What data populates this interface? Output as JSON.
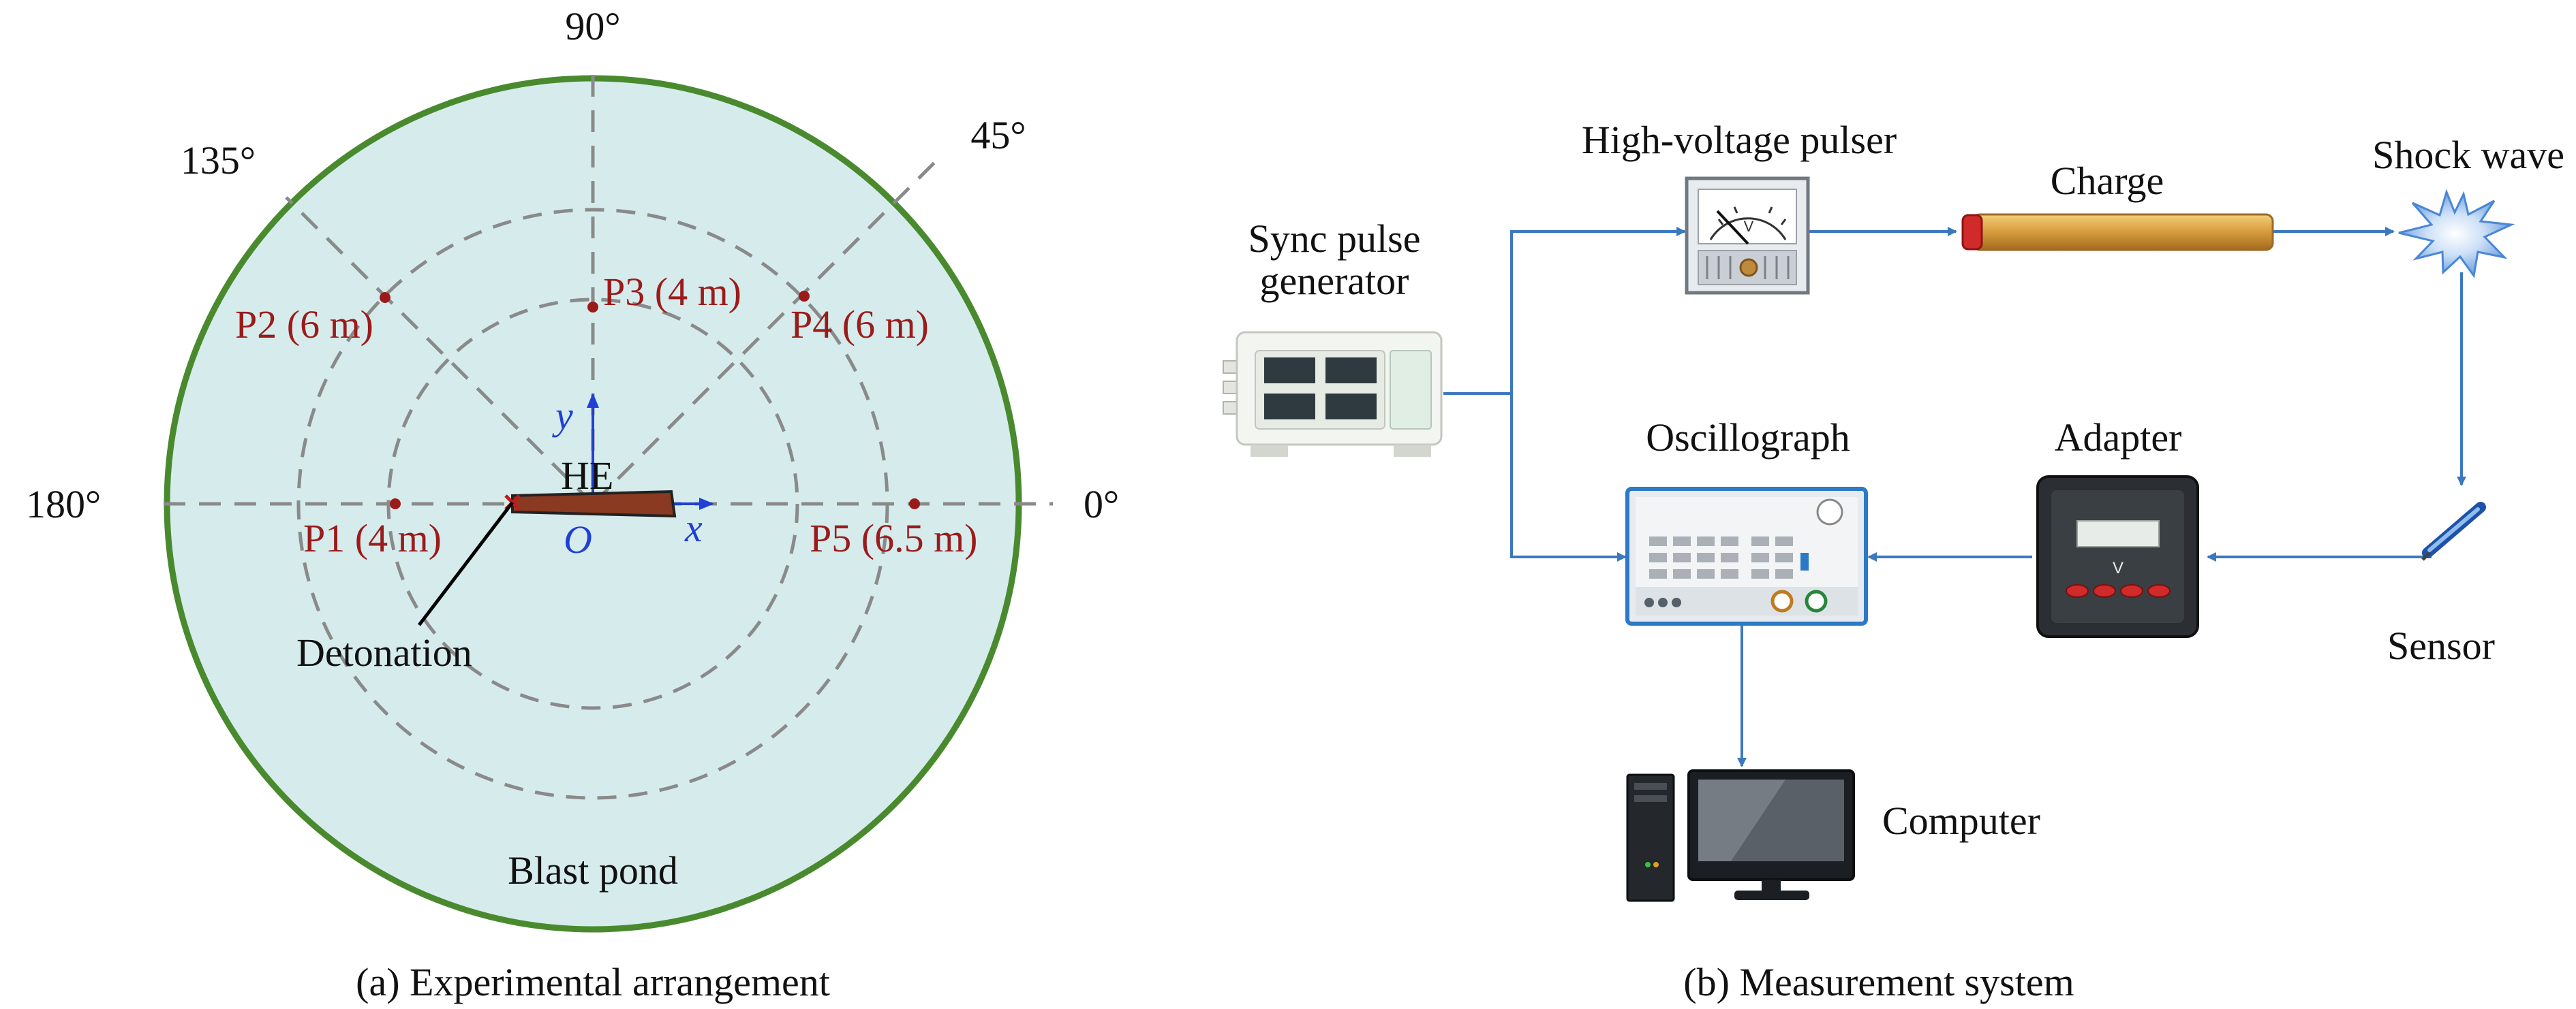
{
  "panel_a": {
    "caption": "(a) Experimental arrangement",
    "angles": {
      "a0": "0°",
      "a45": "45°",
      "a90": "90°",
      "a135": "135°",
      "a180": "180°"
    },
    "points": [
      {
        "id": "p1",
        "label": "P1 (4 m)"
      },
      {
        "id": "p2",
        "label": "P2 (6 m)"
      },
      {
        "id": "p3",
        "label": "P3 (4 m)"
      },
      {
        "id": "p4",
        "label": "P4 (6 m)"
      },
      {
        "id": "p5",
        "label": "P5 (6.5 m)"
      }
    ],
    "he_label": "HE",
    "detonation_label": "Detonation",
    "axis_x": "x",
    "axis_y": "y",
    "origin": "O",
    "pond_label": "Blast pond",
    "colors": {
      "pond": "#d6ecec",
      "rim": "#4a8a2e",
      "points": "#9b1b1b",
      "axes": "#1f3fd6"
    }
  },
  "panel_b": {
    "caption": "(b) Measurement system",
    "sync_label_1": "Sync pulse",
    "sync_label_2": "generator",
    "pulser_label": "High-voltage pulser",
    "charge_label": "Charge",
    "shock_label": "Shock wave",
    "sensor_label": "Sensor",
    "adapter_label": "Adapter",
    "oscillograph_label": "Oscillograph",
    "computer_label": "Computer",
    "colors": {
      "links": "#3c78c0"
    }
  }
}
